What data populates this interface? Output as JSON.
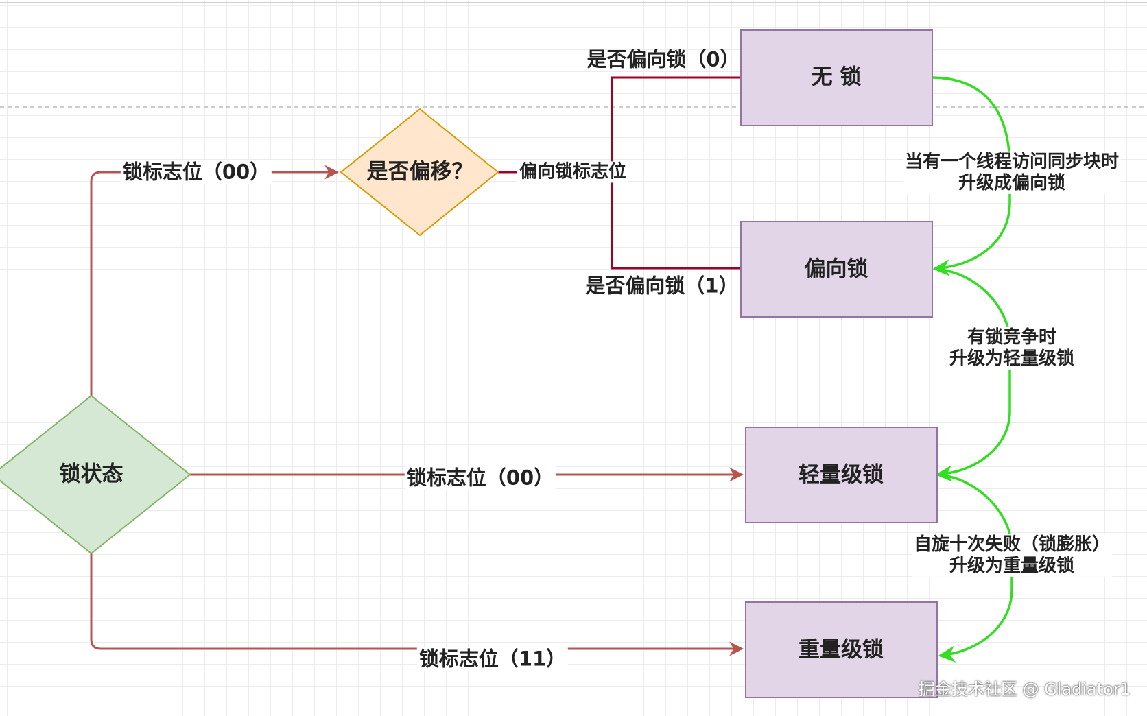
{
  "nodes": {
    "lock_state": "锁状态",
    "is_biased": "是否偏移？",
    "no_lock": "无 锁",
    "biased_lock": "偏向锁",
    "lightweight_lock": "轻量级锁",
    "heavyweight_lock": "重量级锁"
  },
  "edges": {
    "flag_00_top": "锁标志位（00）",
    "biased_flag": "偏向锁标志位",
    "biased_0": "是否偏向锁（0）",
    "biased_1": "是否偏向锁（1）",
    "flag_00_mid": "锁标志位（00）",
    "flag_11": "锁标志位（11）"
  },
  "transitions": {
    "upgrade_to_biased": [
      "当有一个线程访问同步块时",
      "升级成偏向锁"
    ],
    "upgrade_to_lightweight": [
      "有锁竞争时",
      "升级为轻量级锁"
    ],
    "upgrade_to_heavyweight": [
      "自旋十次失败（锁膨胀）",
      "升级为重量级锁"
    ]
  },
  "watermark": "掘金技术社区 @ Gladiator1",
  "colors": {
    "flow_line": "#b85450",
    "decision_line": "#a20025",
    "upgrade_arrow": "#33dd22",
    "state_fill": "#e1d5e7",
    "state_stroke": "#9673a6",
    "decision_fill": "#ffe6cc",
    "decision_stroke": "#d79b00",
    "root_fill": "#d5e8d4",
    "root_stroke": "#82b366"
  }
}
